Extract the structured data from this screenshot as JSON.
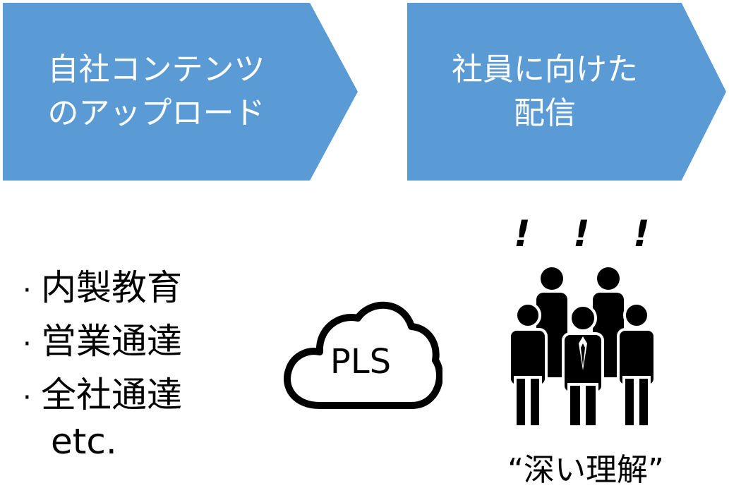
{
  "step1": {
    "line1": "自社コンテンツ",
    "line2": "のアップロード"
  },
  "step2": {
    "line1": "社員に向けた",
    "line2": "配信"
  },
  "content_list": {
    "items": [
      "内製教育",
      "営業通達",
      "全社通達"
    ],
    "etc": "etc."
  },
  "cloud": {
    "label": "PLS"
  },
  "audience": {
    "exclamations": [
      "!",
      "!",
      "!"
    ],
    "caption": "“深い理解”"
  },
  "colors": {
    "arrow": "#5b9bd5",
    "arrow_text": "#ffffff",
    "icon": "#000000"
  }
}
